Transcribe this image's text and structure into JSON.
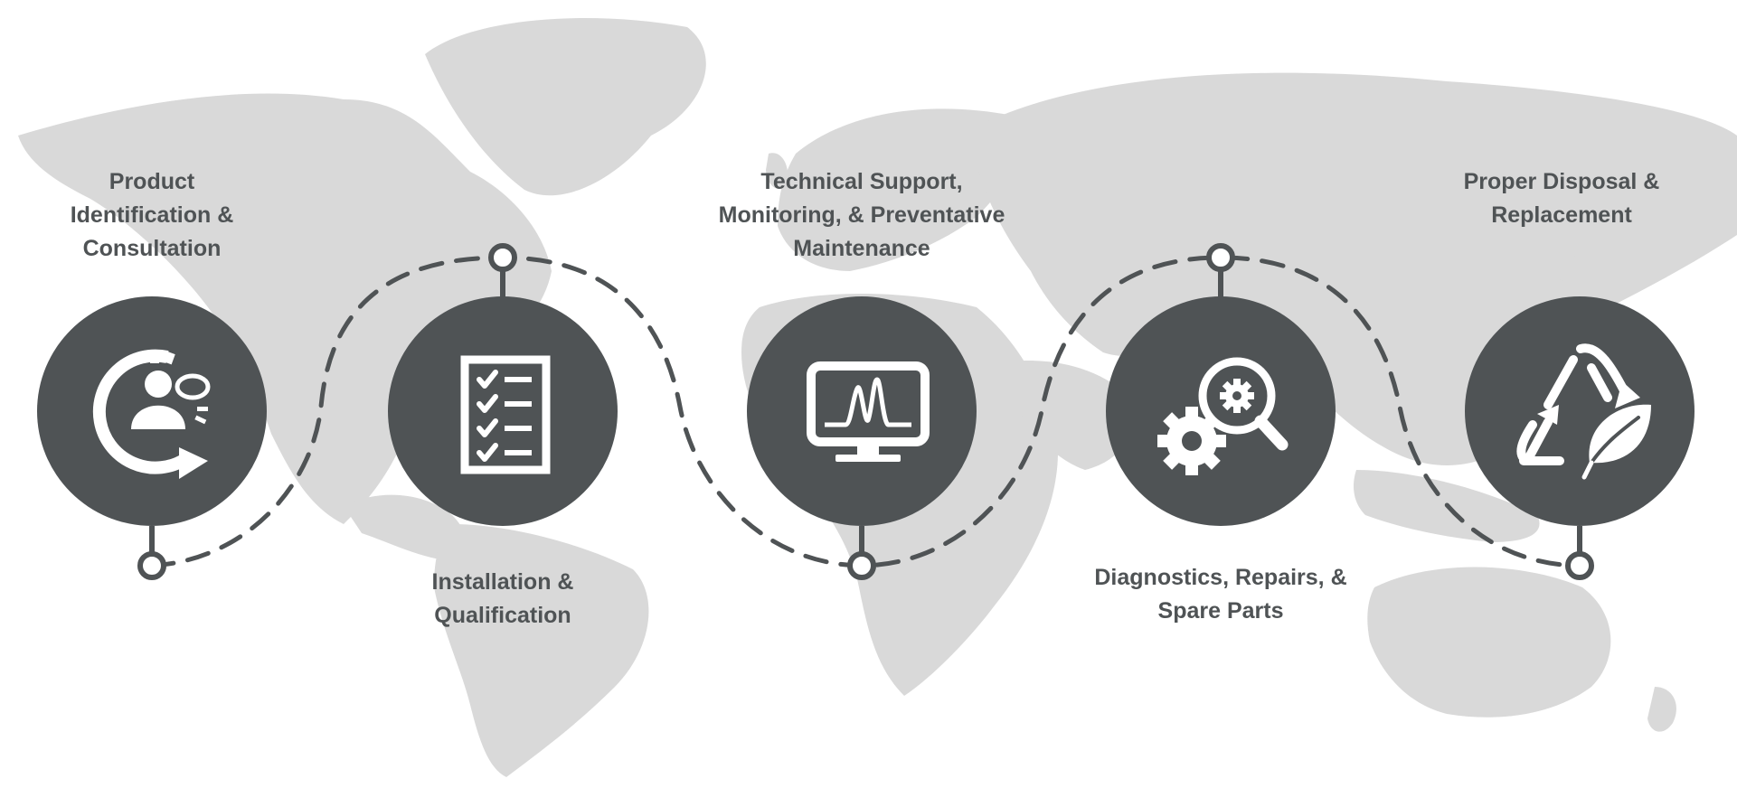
{
  "colors": {
    "map": "#d9d9d9",
    "circle": "#4f5355",
    "icon": "#ffffff",
    "text": "#4f5355",
    "dash": "#4f5355"
  },
  "steps": [
    {
      "label": "Product\nIdentification &\nConsultation",
      "icon": "consultation-icon"
    },
    {
      "label": "Installation &\nQualification",
      "icon": "checklist-icon"
    },
    {
      "label": "Technical Support,\nMonitoring, & Preventative\nMaintenance",
      "icon": "monitor-chart-icon"
    },
    {
      "label": "Diagnostics, Repairs, &\nSpare Parts",
      "icon": "gear-magnifier-icon"
    },
    {
      "label": "Proper Disposal &\nReplacement",
      "icon": "recycle-leaf-icon"
    }
  ]
}
